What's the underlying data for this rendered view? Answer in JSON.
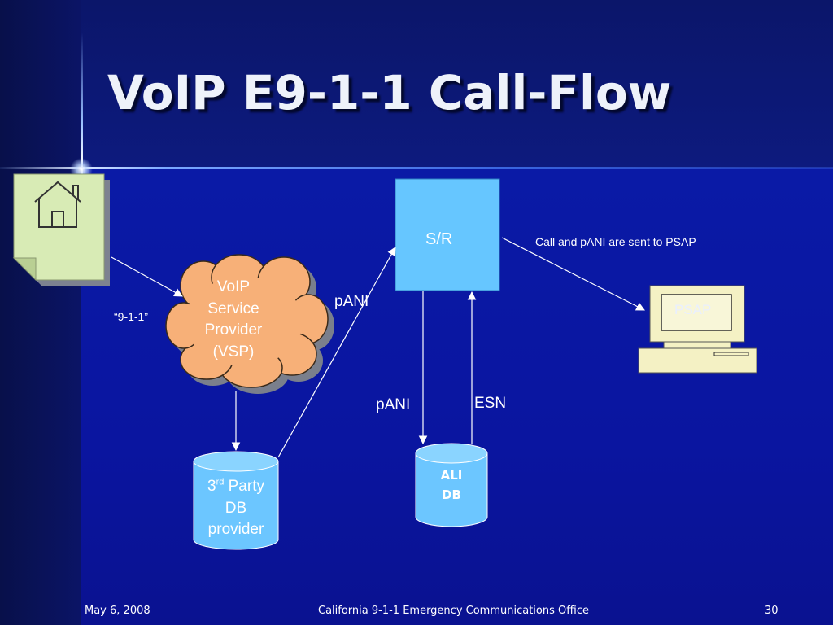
{
  "slide": {
    "title": "VoIP E9-1-1 Call-Flow"
  },
  "diagram": {
    "vsp_label": [
      "VoIP",
      "Service",
      "Provider",
      "(VSP)"
    ],
    "sr_label": "S/R",
    "psap_label": "PSAP",
    "ali_db_label": [
      "ALI",
      "DB"
    ],
    "third_party_db": {
      "number": "3",
      "superscript": "rd",
      "line1_rest": " Party",
      "line2": "DB",
      "line3": "provider"
    },
    "edge_labels": {
      "call_911": "“9-1-1”",
      "pani_to_sr": "pANI",
      "pani_to_ali": "pANI",
      "esn": "ESN",
      "to_psap": "Call and pANI are sent to PSAP"
    }
  },
  "footer": {
    "date": "May 6, 2008",
    "organization": "California 9-1-1 Emergency Communications Office",
    "page_number": "30"
  }
}
